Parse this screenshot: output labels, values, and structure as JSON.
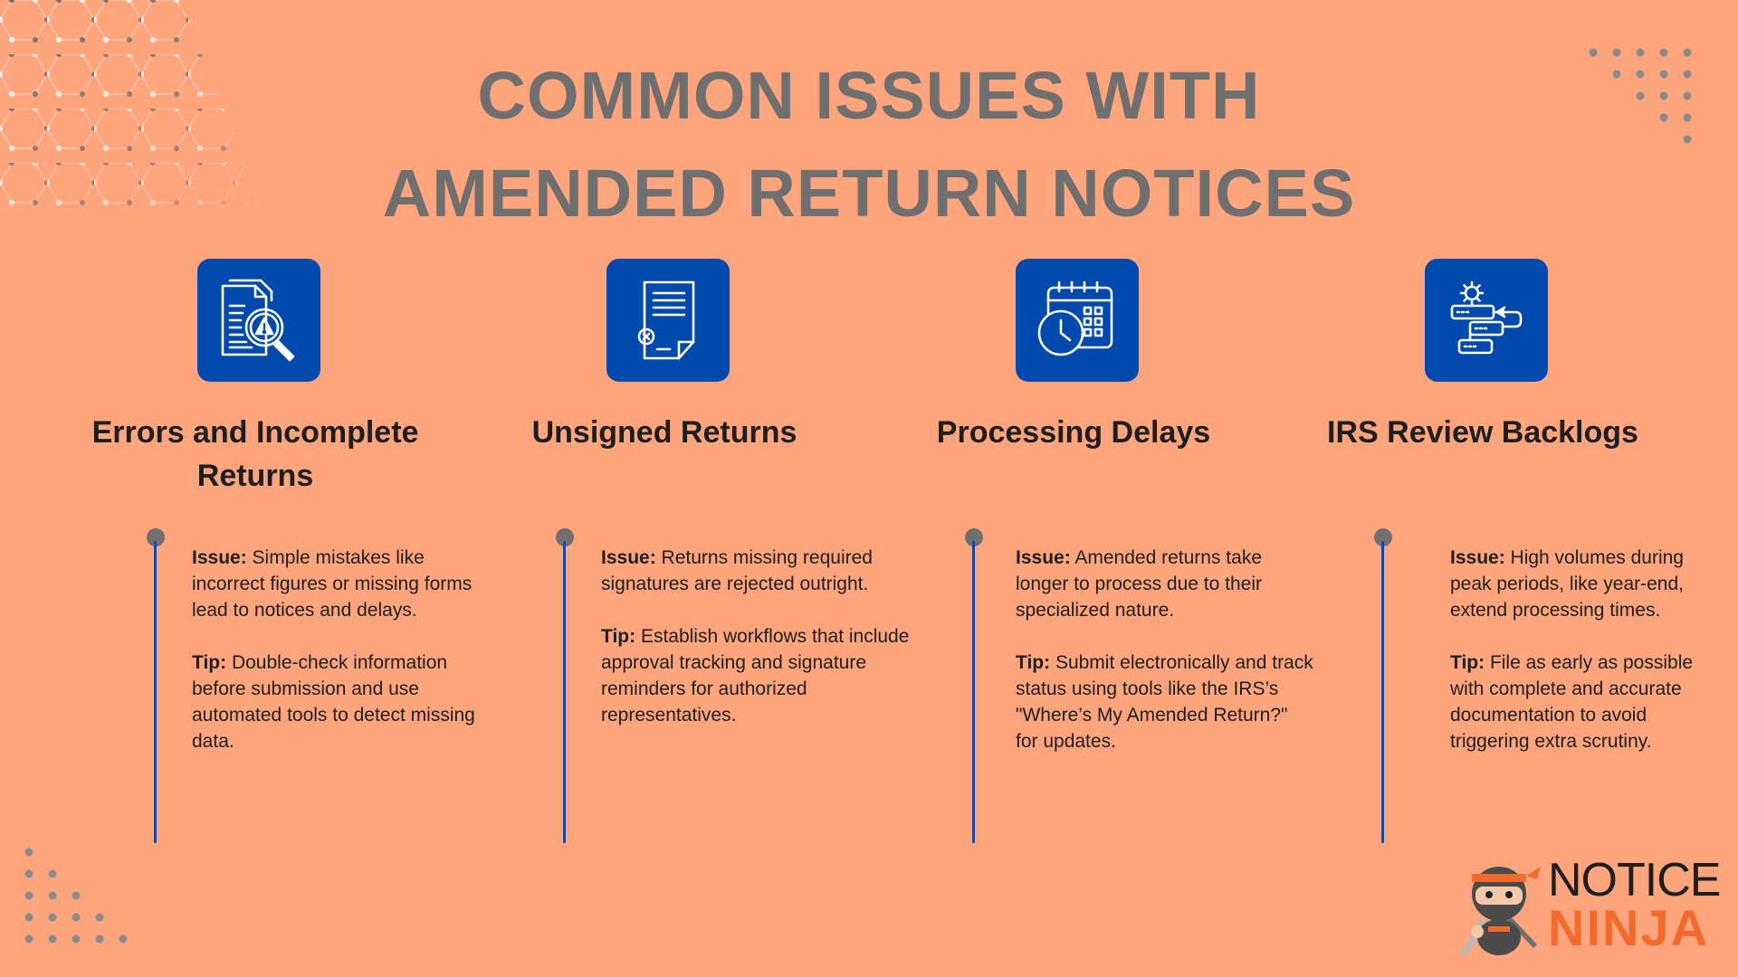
{
  "title": {
    "line1": "COMMON ISSUES WITH",
    "line2": "AMENDED RETURN NOTICES"
  },
  "colors": {
    "background": "#FFA57D",
    "title": "#6F6F6F",
    "icon_box": "#0049AD",
    "timeline_line": "#1747A6",
    "timeline_dot": "#6F6F6F",
    "logo_notice": "#1E1E1E",
    "logo_ninja": "#F26A2E"
  },
  "cards": [
    {
      "icon": "document-warning-magnifier-icon",
      "title": "Errors and Incomplete Returns",
      "issue_label": "Issue:",
      "issue_text": " Simple mistakes like incorrect figures or missing forms lead to notices and delays.",
      "tip_label": "Tip:",
      "tip_text": " Double-check information before submission and use automated tools to detect missing data."
    },
    {
      "icon": "unsigned-document-icon",
      "title": "Unsigned Returns",
      "issue_label": "Issue:",
      "issue_text": " Returns missing required signatures are rejected outright.",
      "tip_label": "Tip:",
      "tip_text": " Establish workflows that include approval tracking and signature reminders for authorized representatives."
    },
    {
      "icon": "calendar-clock-icon",
      "title": "Processing Delays",
      "issue_label": "Issue:",
      "issue_text": " Amended returns take longer to process due to their specialized nature.",
      "tip_label": "Tip:",
      "tip_text": " Submit electronically and track status using tools like the IRS’s \"Where’s My Amended Return?\" for updates."
    },
    {
      "icon": "workflow-gear-icon",
      "title": "IRS Review Backlogs",
      "issue_label": "Issue:",
      "issue_text": " High volumes during peak periods, like year-end, extend processing times.",
      "tip_label": "Tip:",
      "tip_text": " File as early as possible with complete and accurate documentation to avoid triggering extra scrutiny."
    }
  ],
  "logo": {
    "line1": "NOTICE",
    "line2": "NINJA",
    "mascot_icon": "ninja-mascot-icon"
  }
}
